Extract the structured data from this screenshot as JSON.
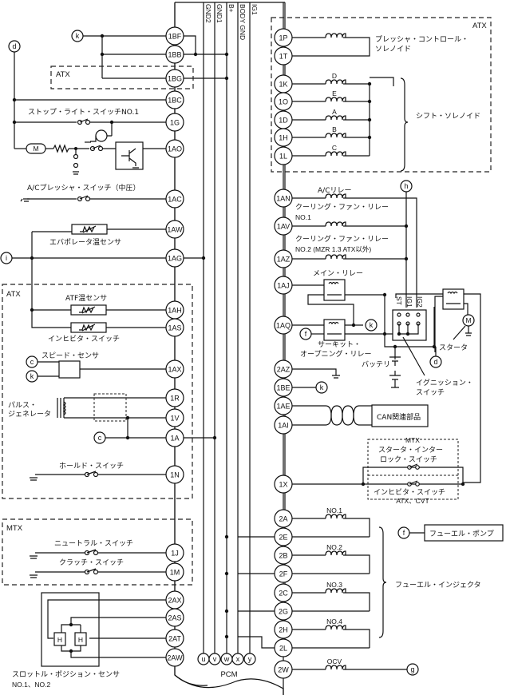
{
  "diagram": {
    "module_label": "PCM",
    "bus_lines": [
      "GND2",
      "GND1",
      "B+",
      "BODY GND",
      "IG1"
    ],
    "bus_terminals": [
      "u",
      "v",
      "w",
      "x",
      "y"
    ],
    "left_pins": [
      "1BF",
      "1BB",
      "1BG",
      "1BC",
      "1G",
      "1AO",
      "1AC",
      "1AW",
      "1AG",
      "1AH",
      "1AS",
      "1AX",
      "1R",
      "1V",
      "1A",
      "1N",
      "1J",
      "1M",
      "2AX",
      "2AS",
      "2AT",
      "2AW"
    ],
    "right_pins": [
      "1P",
      "1T",
      "1K",
      "1O",
      "1D",
      "1H",
      "1L",
      "1AN",
      "1AV",
      "1AZ",
      "1AJ",
      "1AQ",
      "2AZ",
      "1BE",
      "1AE",
      "1AI",
      "1X",
      "2A",
      "2E",
      "2B",
      "2F",
      "2C",
      "2G",
      "2H",
      "2L",
      "2W"
    ],
    "connectors": {
      "k": "k",
      "d": "d",
      "i": "i",
      "c": "c",
      "f": "f",
      "h": "h",
      "g": "g"
    },
    "groups": {
      "atx_top_left": "ATX",
      "atx_right": "ATX",
      "atx_left": "ATX",
      "mtx_left": "MTX",
      "mtx_right": "MTX"
    },
    "labels": {
      "stop_light_switch": "ストップ・ライト・スイッチNO.1",
      "ac_pressure_switch": "A/Cプレッシャ・スイッチ（中圧）",
      "evaporator_sensor": "エバポレータ温センサ",
      "atf_sensor": "ATF温センサ",
      "inhibitor_switch_left": "インヒビタ・スイッチ",
      "speed_sensor": "スピード・センサ",
      "pulse_generator_1": "パルス・",
      "pulse_generator_2": "ジェネレータ",
      "hold_switch": "ホールド・スイッチ",
      "neutral_switch": "ニュートラル・スイッチ",
      "clutch_switch": "クラッチ・スイッチ",
      "tps_1": "スロットル・ポジション・センサ",
      "tps_2": "NO.1、NO.2",
      "pressure_solenoid_1": "プレッシャ・コントロール・",
      "pressure_solenoid_2": "ソレノイド",
      "shift_solenoid": "シフト・ソレノイド",
      "solenoid_letters": [
        "D",
        "E",
        "A",
        "B",
        "C"
      ],
      "ac_relay": "A/Cリレー",
      "fan_relay1_1": "クーリング・ファン・リレー",
      "fan_relay1_2": "NO.1",
      "fan_relay2_1": "クーリング・ファン・リレー",
      "fan_relay2_2": "NO.2 (MZR 1.3 ATX以外)",
      "main_relay": "メイン・リレー",
      "circuit_relay_1": "サーキット・",
      "circuit_relay_2": "オープニング・リレー",
      "battery": "バッテリ",
      "ignition_1": "イグニッション・",
      "ignition_2": "スイッチ",
      "ign_st": "ST",
      "ign_ig1": "IG1",
      "ign_ig2": "IG2",
      "starter": "スタータ",
      "can": "CAN関連部品",
      "starter_interlock_1": "スタータ・インター",
      "starter_interlock_2": "ロック・スイッチ",
      "inhibitor_switch_right": "インヒビタ・スイッチ",
      "atx_cvt": "ATX、CVT",
      "fuel_pump": "フューエル・ポンプ",
      "fuel_injector": "フューエル・インジェクタ",
      "injectors": [
        "NO.1",
        "NO.2",
        "NO.3",
        "NO.4"
      ],
      "ocv": "OCV",
      "motor": "M",
      "hall": "H"
    }
  }
}
